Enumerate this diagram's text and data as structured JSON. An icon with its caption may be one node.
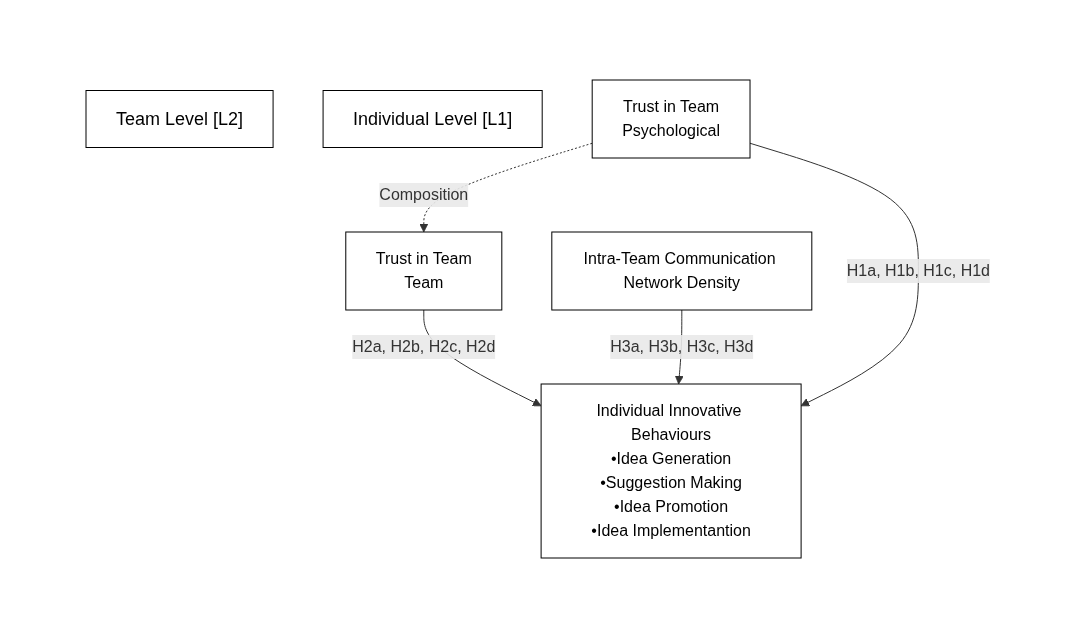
{
  "diagram": {
    "nodes": [
      {
        "text": [
          "Team Level [L2]"
        ]
      },
      {
        "text": [
          "Trust in Team",
          "Team"
        ]
      },
      {
        "text": [
          "Intra-Team Communication Network Density"
        ]
      },
      {
        "text": [
          "Individual Level [L1]"
        ]
      },
      {
        "text": [
          "Trust in Team",
          "Psychological"
        ]
      },
      {
        "text": [
          "Individual Innovative Behaviours",
          "•Idea Generation",
          "•Suggestion Making",
          "•Idea Promotion",
          "•Idea Implementantion"
        ]
      }
    ],
    "edges": [
      {
        "from": 4,
        "to": 1,
        "arrow": "to",
        "label": "Composition",
        "style": "dashed"
      },
      {
        "from": 1,
        "to": 5,
        "arrow": "to",
        "label": "H2a, H2b, H2c, H2d"
      },
      {
        "from": 2,
        "to": 5,
        "arrow": "to",
        "label": "H3a, H3b, H3c, H3d"
      },
      {
        "from": 4,
        "to": 5,
        "arrow": "to",
        "label": "H1a, H1b, H1c, H1d"
      }
    ]
  }
}
